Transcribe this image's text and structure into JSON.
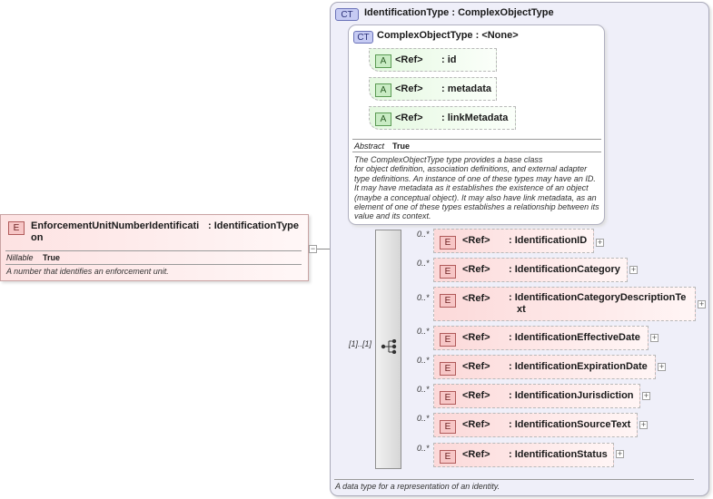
{
  "root": {
    "badge": "E",
    "name_line1": "EnforcementUnitNumberIdentificati",
    "name_line2": "on",
    "type": ": IdentificationType",
    "nillable_label": "Nillable",
    "nillable_value": "True",
    "description": "A number that identifies an enforcement unit.",
    "collapse_sign": "−"
  },
  "identification_type": {
    "badge": "CT",
    "title": "IdentificationType : ComplexObjectType",
    "description": "A data type for a representation of an identity."
  },
  "complex_object_type": {
    "badge": "CT",
    "title": "ComplexObjectType : <None>",
    "abstract_label": "Abstract",
    "abstract_value": "True",
    "description_lines": [
      "The ComplexObjectType type provides a base class",
      "for object definition, association definitions, and external adapter",
      "type definitions. An instance of one of these types may have an ID.",
      "It may have metadata as it establishes the existence of an object",
      "(maybe a conceptual object). It may also have link metadata, as an",
      "element of one of these types establishes a relationship between its",
      "value and its context."
    ],
    "attributes": [
      {
        "badge": "A",
        "ref": "<Ref>",
        "name": ": id"
      },
      {
        "badge": "A",
        "ref": "<Ref>",
        "name": ": metadata"
      },
      {
        "badge": "A",
        "ref": "<Ref>",
        "name": ": linkMetadata"
      }
    ]
  },
  "sequence": {
    "occurrence": "[1]..[1]",
    "icon": "sequence-icon"
  },
  "elements": [
    {
      "badge": "E",
      "ref": "<Ref>",
      "occurrence": "0..*",
      "name": ": IdentificationID",
      "name2": "",
      "expand": "+"
    },
    {
      "badge": "E",
      "ref": "<Ref>",
      "occurrence": "0..*",
      "name": ": IdentificationCategory",
      "name2": "",
      "expand": "+"
    },
    {
      "badge": "E",
      "ref": "<Ref>",
      "occurrence": "0..*",
      "name": ": IdentificationCategoryDescriptionTe",
      "name2": "xt",
      "expand": "+"
    },
    {
      "badge": "E",
      "ref": "<Ref>",
      "occurrence": "0..*",
      "name": ": IdentificationEffectiveDate",
      "name2": "",
      "expand": "+"
    },
    {
      "badge": "E",
      "ref": "<Ref>",
      "occurrence": "0..*",
      "name": ": IdentificationExpirationDate",
      "name2": "",
      "expand": "+"
    },
    {
      "badge": "E",
      "ref": "<Ref>",
      "occurrence": "0..*",
      "name": ": IdentificationJurisdiction",
      "name2": "",
      "expand": "+"
    },
    {
      "badge": "E",
      "ref": "<Ref>",
      "occurrence": "0..*",
      "name": ": IdentificationSourceText",
      "name2": "",
      "expand": "+"
    },
    {
      "badge": "E",
      "ref": "<Ref>",
      "occurrence": "0..*",
      "name": ": IdentificationStatus",
      "name2": "",
      "expand": "+"
    }
  ],
  "colors": {
    "element_fill": "#fcd9d9",
    "attribute_fill": "#e4f8e0",
    "complex_type_fill": "#eeeef8",
    "connector": "#8a8a8a"
  }
}
